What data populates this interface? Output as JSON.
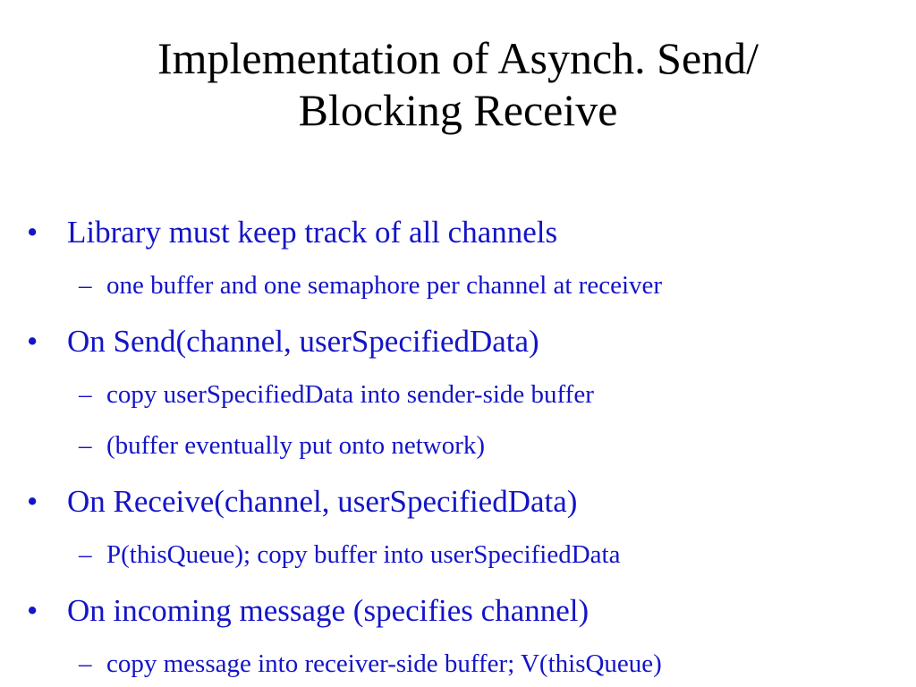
{
  "slide": {
    "title_line1": "Implementation of Asynch. Send/",
    "title_line2": "Blocking Receive",
    "bullet_marker": "•",
    "sub_marker": "–",
    "text_color": "#1414c8",
    "items": [
      {
        "level": 1,
        "text": "Library must keep track of all channels"
      },
      {
        "level": 2,
        "text": "one buffer and one semaphore per channel at receiver"
      },
      {
        "level": 1,
        "text": "On Send(channel, userSpecifiedData)"
      },
      {
        "level": 2,
        "text": "copy userSpecifiedData into sender-side buffer"
      },
      {
        "level": 2,
        "text": "(buffer eventually put onto network)"
      },
      {
        "level": 1,
        "text": "On Receive(channel, userSpecifiedData)"
      },
      {
        "level": 2,
        "text": "P(thisQueue); copy buffer into userSpecifiedData"
      },
      {
        "level": 1,
        "text": "On incoming message (specifies channel)"
      },
      {
        "level": 2,
        "text": "copy message into receiver-side buffer; V(thisQueue)"
      }
    ]
  }
}
